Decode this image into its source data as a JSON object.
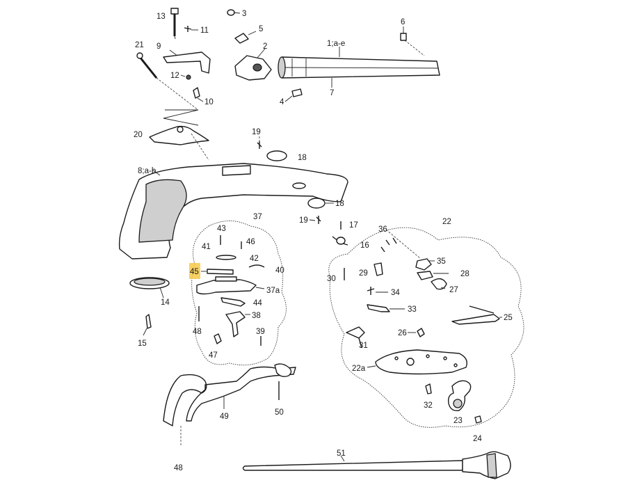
{
  "highlight_part": "45",
  "highlight_color": "#f7c948",
  "labels": {
    "p1": "1;a-e",
    "p2": "2",
    "p3": "3",
    "p4": "4",
    "p5": "5",
    "p6": "6",
    "p7": "7",
    "p8": "8;a-b",
    "p9": "9",
    "p10": "10",
    "p11": "11",
    "p12": "12",
    "p13": "13",
    "p14": "14",
    "p15": "15",
    "p16": "16",
    "p17": "17",
    "p18a": "18",
    "p18b": "18",
    "p19a": "19",
    "p19b": "19",
    "p20": "20",
    "p21": "21",
    "p22": "22",
    "p22a": "22a",
    "p23": "23",
    "p24": "24",
    "p25": "25",
    "p26": "26",
    "p27": "27",
    "p28": "28",
    "p29": "29",
    "p30": "30",
    "p31": "31",
    "p32": "32",
    "p33": "33",
    "p34": "34",
    "p35": "35",
    "p36": "36",
    "p37": "37",
    "p37a": "37a",
    "p38": "38",
    "p39": "39",
    "p40": "40",
    "p41": "41",
    "p42": "42",
    "p43": "43",
    "p44": "44",
    "p45": "45",
    "p46": "46",
    "p47": "47",
    "p48a": "48",
    "p48b": "48",
    "p49": "49",
    "p50": "50",
    "p51": "51"
  }
}
